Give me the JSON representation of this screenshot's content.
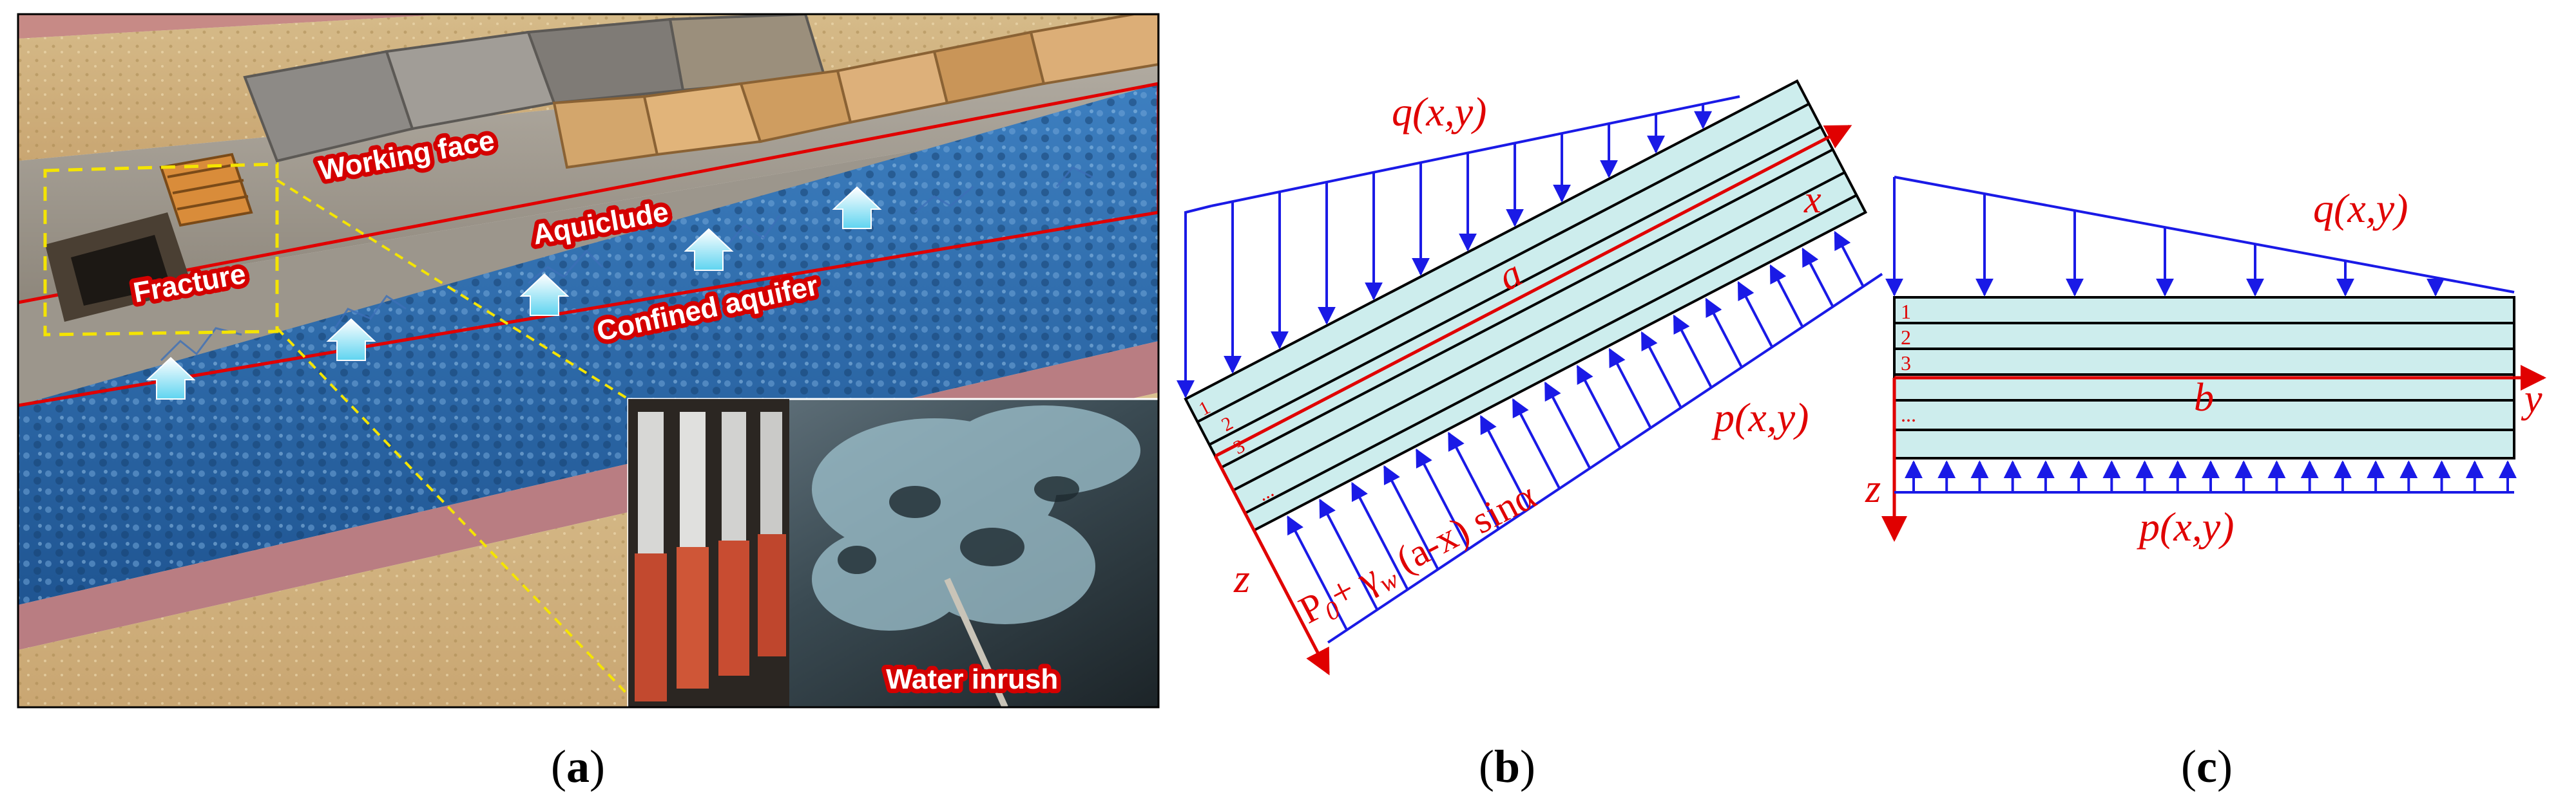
{
  "panel_a": {
    "labels": {
      "working_face": "Working face",
      "aquiclude": "Aquiclude",
      "fracture": "Fracture",
      "confined_aquifer": "Confined aquifer",
      "water_inrush": "Water inrush"
    },
    "caption_letter": "a"
  },
  "panel_b": {
    "load_top": "q(x,y)",
    "load_bottom": "p(x,y)",
    "axis_x": "x",
    "axis_z": "z",
    "length": "a",
    "layers": [
      "1",
      "2",
      "3",
      "..."
    ],
    "pressure_P": "P",
    "pressure_P_sub": "0",
    "pressure_plus": "+ γ",
    "pressure_w_sub": "w",
    "pressure_rest": " (a-x) sinα",
    "caption_letter": "b"
  },
  "panel_c": {
    "load_top": "q(x,y)",
    "load_bottom": "p(x,y)",
    "axis_y": "y",
    "axis_z": "z",
    "length": "b",
    "layers": [
      "1",
      "2",
      "3",
      "..."
    ],
    "caption_letter": "c"
  },
  "colors": {
    "arrow_blue": "#1a1ae6",
    "axis_red": "#e00000",
    "plate_fill": "#cdeded",
    "aquifer_blue": "#2f6fb0",
    "label_red": "#d40000"
  }
}
